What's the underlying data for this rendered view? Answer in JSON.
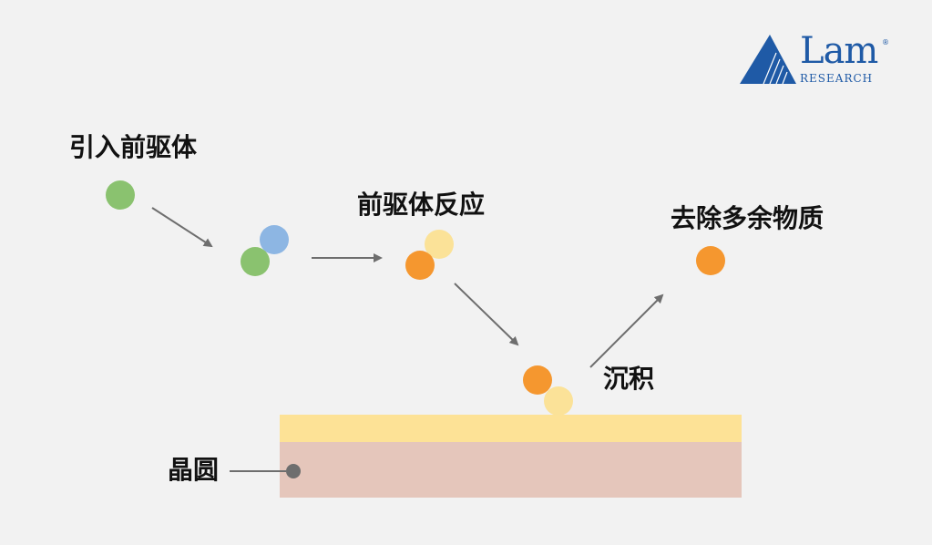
{
  "labels": {
    "introduce": "引入前驱体",
    "react": "前驱体反应",
    "remove": "去除多余物质",
    "deposit": "沉积",
    "wafer": "晶圆"
  },
  "logo": {
    "name": "Lam",
    "sub": "RESEARCH",
    "reg": "®"
  },
  "colors": {
    "background": "#f2f2f2",
    "green": "#8ac26f",
    "blue": "#8db6e3",
    "orange": "#f5972f",
    "pale_yellow": "#fbe298",
    "film": "#fde296",
    "wafer": "#e5c6bb",
    "arrow": "#6e6e6e",
    "logo_blue": "#1f5aa6"
  }
}
